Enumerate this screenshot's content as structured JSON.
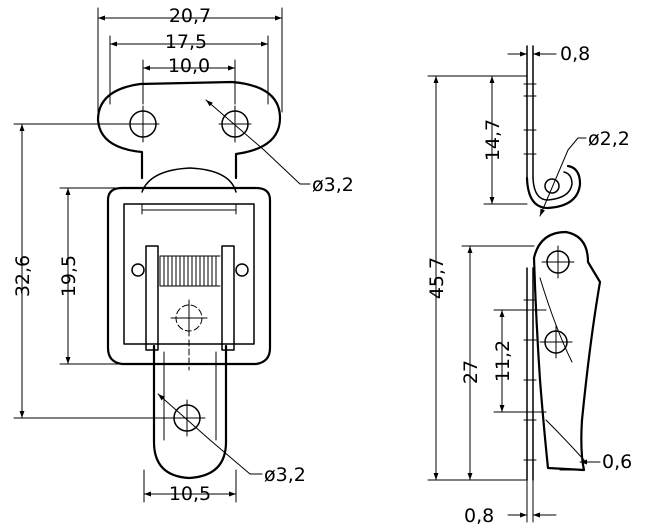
{
  "front_view": {
    "dim_overall_width": "20,7",
    "dim_hole_span": "17,5",
    "dim_inner_span": "10,0",
    "dim_hole_dia_top": "ø3,2",
    "dim_overall_height": "32,6",
    "dim_body_height": "19,5",
    "dim_hole_dia_bottom": "ø3,2",
    "dim_tongue_width": "10,5"
  },
  "side_view": {
    "dim_sheet_top": "0,8",
    "dim_hook_height": "14,7",
    "dim_hook_dia": "ø2,2",
    "dim_total_height": "45,7",
    "dim_lower_height": "27",
    "dim_pivot_spacing": "11,2",
    "dim_tip_thickness": "0,6",
    "dim_sheet_bottom": "0,8"
  }
}
